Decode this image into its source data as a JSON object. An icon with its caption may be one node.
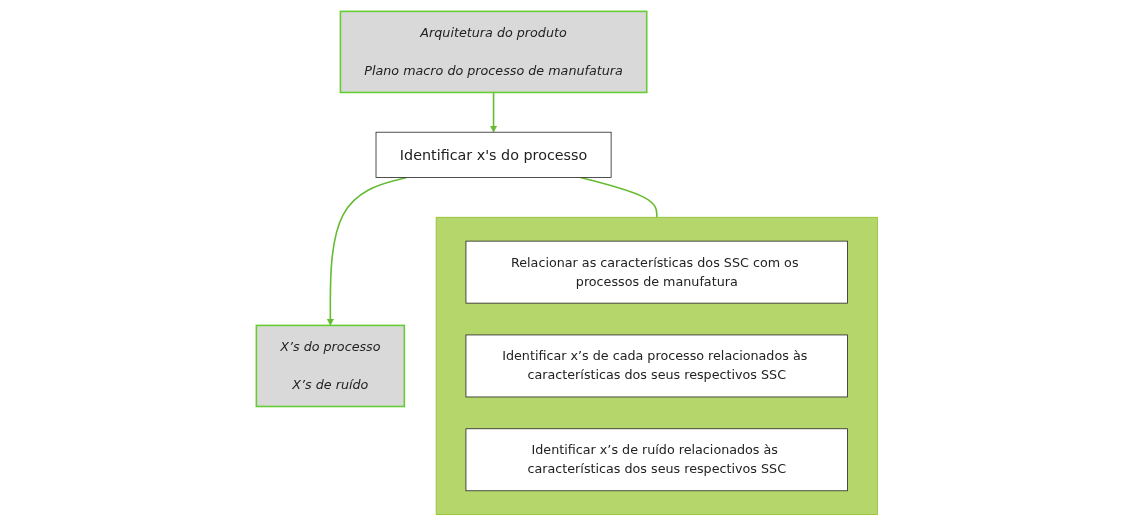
{
  "diagram": {
    "nodes": [
      {
        "text": [
          "Arquitetura do produto",
          "Plano macro do processo de manufatura"
        ]
      },
      {
        "text": [
          "Identificar x's do processo"
        ]
      },
      {
        "text": [
          "X’s do processo",
          "X’s de ruído"
        ]
      },
      {
        "text": [],
        "shape": "box"
      },
      {
        "text": [
          "Relacionar as características dos SSC com os processos de manufatura"
        ],
        "in": 3
      },
      {
        "text": [
          "Identificar x’s de cada processo relacionados às características dos seus respectivos SSC"
        ],
        "in": 3
      },
      {
        "text": [
          "Identificar x’s de ruído relacionados às características dos seus respectivos SSC"
        ],
        "in": 3
      }
    ],
    "edges": [
      {
        "from": 0,
        "to": 1,
        "arrow": "to"
      },
      {
        "from": 1,
        "to": 2,
        "arrow": "to"
      },
      {
        "from": 1,
        "to": 3,
        "arrow": "none"
      }
    ]
  }
}
